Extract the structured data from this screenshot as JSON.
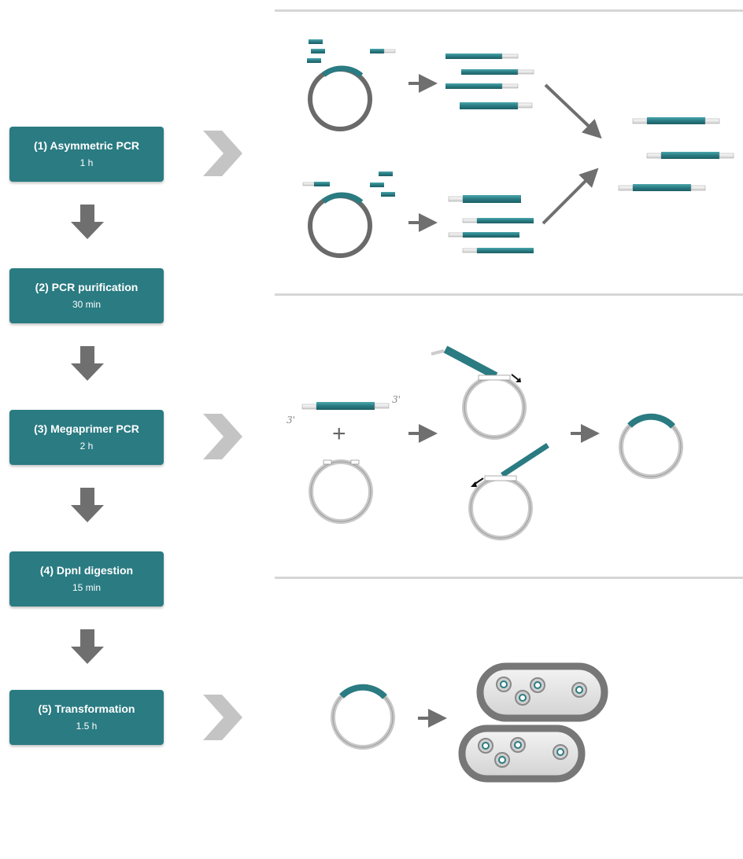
{
  "steps": [
    {
      "title": "(1) Asymmetric PCR",
      "time": "1 h"
    },
    {
      "title": "(2) PCR purification",
      "time": "30 min"
    },
    {
      "title": "(3) Megaprimer PCR",
      "time": "2 h"
    },
    {
      "title": "(4) DpnI digestion",
      "time": "15 min"
    },
    {
      "title": "(5) Transformation",
      "time": "1.5 h"
    }
  ],
  "labels": {
    "prime_left": "3'",
    "prime_right": "3'",
    "plus": "+"
  },
  "colors": {
    "teal": "#2a7b82",
    "teal_light": "#3a9aa2",
    "gray_arrow": "#707070",
    "chevron": "#c4c4c4",
    "divider": "#d6d6d6",
    "plasmid_dark": "#6a6a6a",
    "plasmid_light": "#c8c8c8"
  },
  "icons": {
    "step_arrow": "down-arrow-icon",
    "connector": "chevron-right-icon",
    "plasmid": "plasmid-icon",
    "primer": "primer-icon",
    "petri_dish": "petri-dish-icon"
  }
}
